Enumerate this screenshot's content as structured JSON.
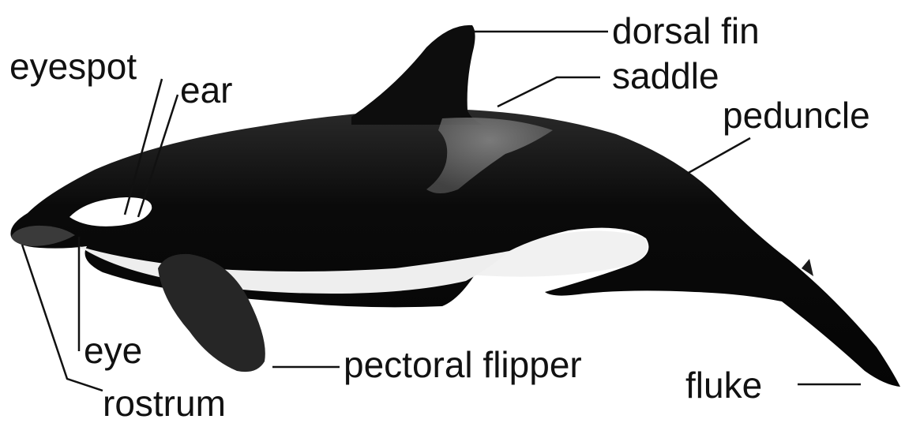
{
  "labels": {
    "dorsal_fin": "dorsal fin",
    "saddle": "saddle",
    "peduncle": "peduncle",
    "eyespot": "eyespot",
    "ear": "ear",
    "eye": "eye",
    "rostrum": "rostrum",
    "pectoral_flipper": "pectoral flipper",
    "fluke": "fluke"
  },
  "colors": {
    "body": "#0a0a0a",
    "belly": "#f1f1f1",
    "saddle": "#6a6a6a",
    "flipper": "#2b2b2b",
    "text": "#111111"
  }
}
